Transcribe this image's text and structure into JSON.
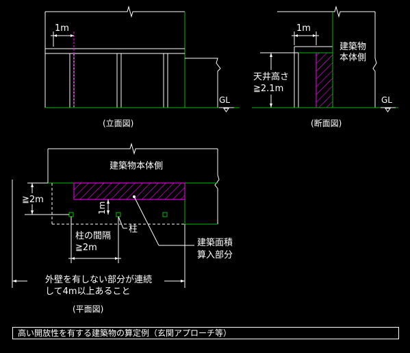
{
  "elevation": {
    "dim_1m": "1m",
    "gl": "GL",
    "caption": "(立面図)"
  },
  "section": {
    "dim_1m": "1m",
    "bldg_line1": "建築物",
    "bldg_line2": "本体側",
    "ceil_line1": "天井高さ",
    "ceil_line2": "≧2.1m",
    "gl": "GL",
    "caption": "(断面図)"
  },
  "plan": {
    "bldg_side": "建築物本体側",
    "dim_2m": "≧2m",
    "dim_1m": "1m",
    "pillar": "柱",
    "spacing_line1": "柱の間隔",
    "spacing_line2": "≧2m",
    "area_line1": "建築面積",
    "area_line2": "算入部分",
    "wall_line1": "外壁を有しない部分が連続",
    "wall_line2": "して4m以上あること",
    "caption": "(平面図)"
  },
  "footer": {
    "title": "高い開放性を有する建築物の算定例（玄関アプローチ等）"
  },
  "colors": {
    "background": "#000000",
    "line": "#ffffff",
    "wall_green": "#00c000",
    "hatch_magenta": "#ff00ff"
  }
}
